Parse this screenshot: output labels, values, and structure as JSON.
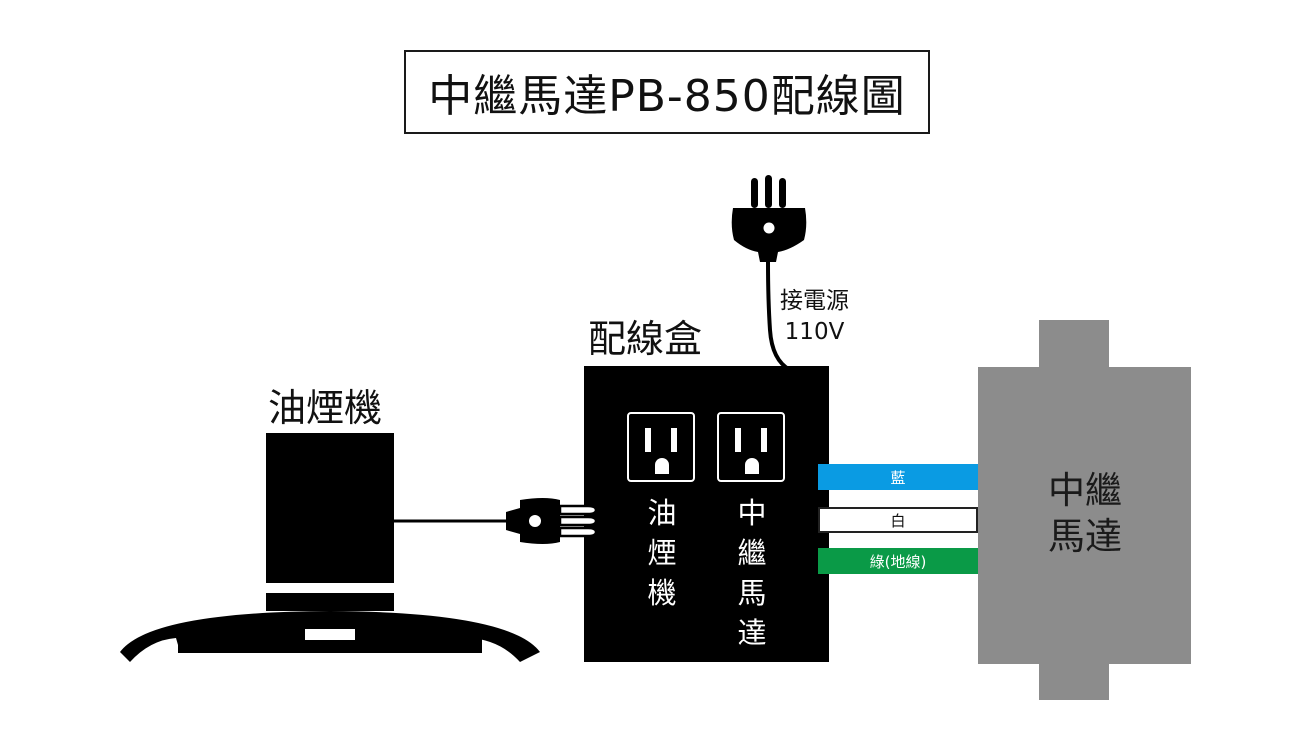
{
  "title": "中繼馬達PB-850配線圖",
  "range_hood": {
    "label": "油煙機"
  },
  "junction_box": {
    "label": "配線盒",
    "outlets": [
      {
        "label": "油煙機"
      },
      {
        "label": "中繼馬達"
      }
    ]
  },
  "power": {
    "label_line1": "接電源",
    "label_line2": "110V"
  },
  "relay_motor": {
    "label": "中繼馬達",
    "color": "#8c8c8c"
  },
  "wires": [
    {
      "label": "藍",
      "color": "#0a9be3"
    },
    {
      "label": "白",
      "color": "#ffffff"
    },
    {
      "label": "綠(地線)",
      "color": "#0a9a47"
    }
  ]
}
